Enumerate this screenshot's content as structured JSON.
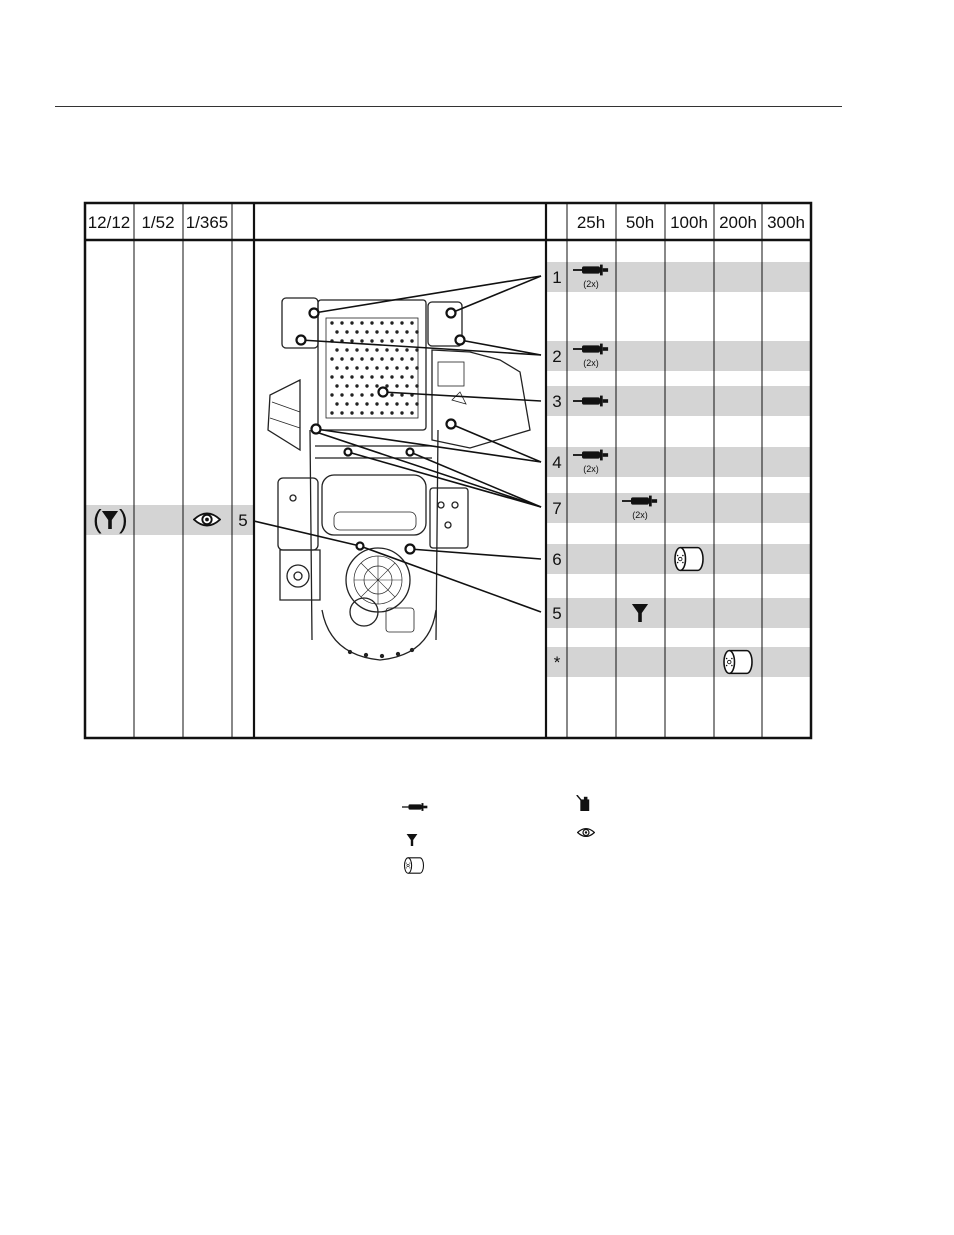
{
  "table": {
    "left_headers": [
      "12/12",
      "1/52",
      "1/365"
    ],
    "right_headers": [
      "25h",
      "50h",
      "100h",
      "200h",
      "300h"
    ],
    "left_row_index": "5",
    "rows": [
      {
        "label": "1",
        "col": 0,
        "icon": "grease-gun-icon",
        "qty": "(2x)"
      },
      {
        "label": "2",
        "col": 0,
        "icon": "grease-gun-icon",
        "qty": "(2x)"
      },
      {
        "label": "3",
        "col": 0,
        "icon": "grease-gun-icon",
        "qty": ""
      },
      {
        "label": "4",
        "col": 0,
        "icon": "grease-gun-icon",
        "qty": "(2x)"
      },
      {
        "label": "7",
        "col": 1,
        "icon": "grease-gun-icon",
        "qty": "(2x)"
      },
      {
        "label": "6",
        "col": 2,
        "icon": "filter-cartridge-icon",
        "qty": ""
      },
      {
        "label": "5",
        "col": 1,
        "icon": "funnel-icon",
        "qty": ""
      },
      {
        "label": "*",
        "col": 3,
        "icon": "filter-cartridge-icon",
        "qty": ""
      }
    ]
  },
  "legend": {
    "items": [
      "grease-gun-icon",
      "funnel-icon",
      "filter-cartridge-icon",
      "oil-can-icon",
      "eye-icon"
    ]
  },
  "colors": {
    "band": "#d4d4d4",
    "line": "#1a1a1a"
  }
}
